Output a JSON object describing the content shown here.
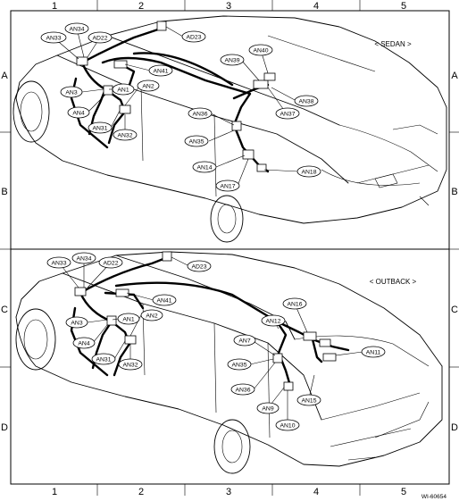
{
  "grid": {
    "columns": [
      "1",
      "2",
      "3",
      "4",
      "5"
    ],
    "rows": [
      "A",
      "B",
      "C",
      "D"
    ]
  },
  "sedan": {
    "variant_label": "< SEDAN >",
    "connectors": [
      "AN33",
      "AN34",
      "AD22",
      "AD23",
      "AN41",
      "AN1",
      "AN2",
      "AN3",
      "AN4",
      "AN31",
      "AN32",
      "AN39",
      "AN40",
      "AN38",
      "AN37",
      "AN36",
      "AN35",
      "AN14",
      "AN17",
      "AN18"
    ]
  },
  "outback": {
    "variant_label": "< OUTBACK >",
    "connectors": [
      "AN33",
      "AN34",
      "AD22",
      "AD23",
      "AN41",
      "AN1",
      "AN2",
      "AN3",
      "AN4",
      "AN31",
      "AN32",
      "AN16",
      "AN12",
      "AN7",
      "AN35",
      "AN36",
      "AN9",
      "AN10",
      "AN11",
      "AN15"
    ]
  },
  "doc_id": "WI-60654"
}
